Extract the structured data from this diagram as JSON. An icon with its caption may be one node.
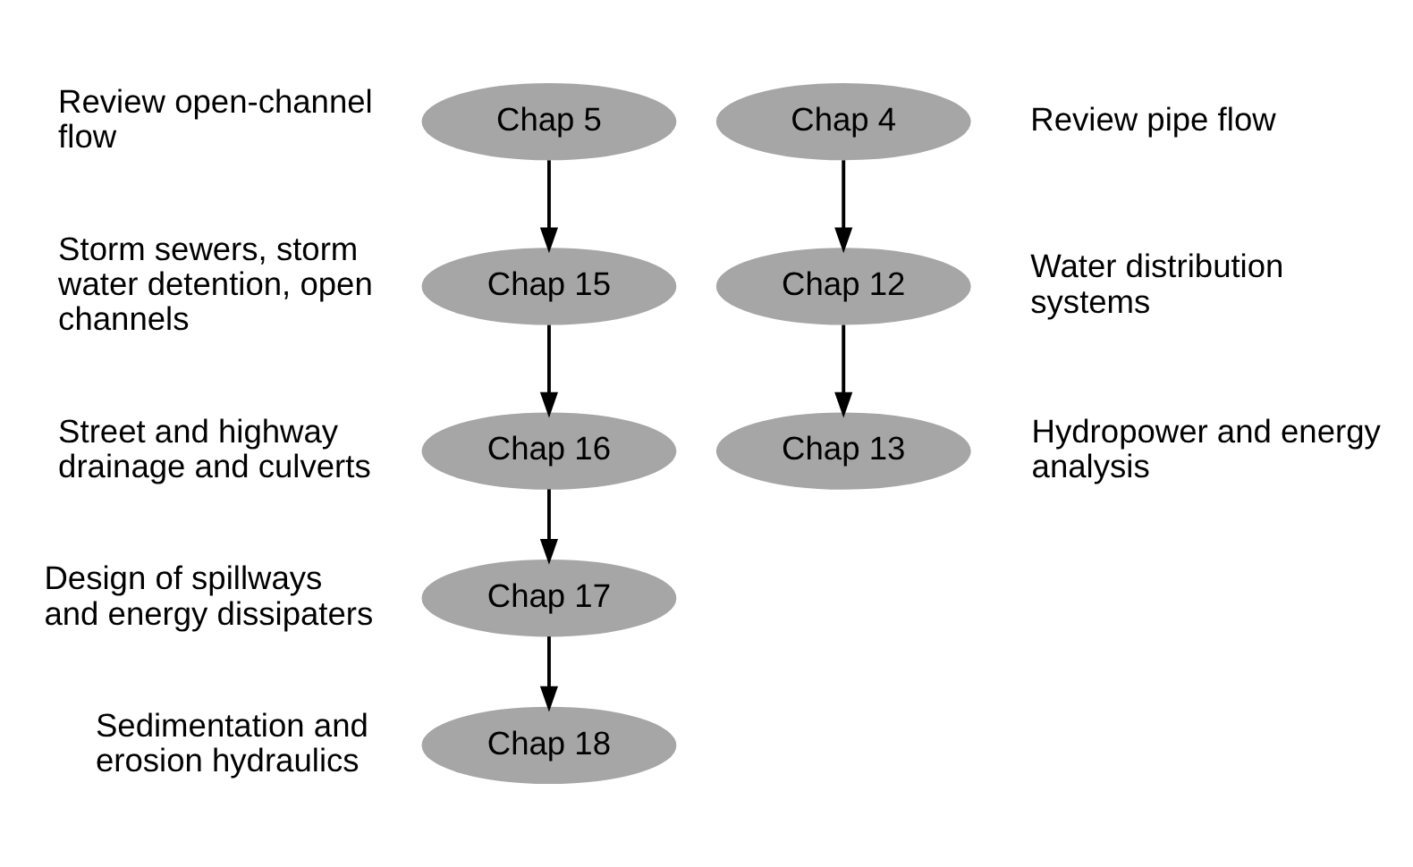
{
  "diagram": {
    "nodes": [
      {
        "text": [
          "Chap 5"
        ],
        "beside": [
          "Review open-channel flow"
        ]
      },
      {
        "text": [
          "Chap 15"
        ],
        "beside": [
          "Storm sewers, storm water detention, open channels"
        ]
      },
      {
        "text": [
          "Chap 16"
        ],
        "beside": [
          "Street and highway drainage and culverts"
        ]
      },
      {
        "text": [
          "Chap 17"
        ],
        "beside": [
          "Design of spillways and energy dissipaters"
        ]
      },
      {
        "text": [
          "Chap 18"
        ],
        "beside": [
          "Sedimentation and erosion hydraulics"
        ]
      },
      {
        "text": [
          "Chap 4"
        ],
        "beside": [
          "Review pipe flow"
        ]
      },
      {
        "text": [
          "Chap 12"
        ],
        "beside": [
          "Water distribution systems"
        ]
      },
      {
        "text": [
          "Chap 13"
        ],
        "beside": [
          "Hydropower and energy analysis"
        ]
      }
    ],
    "edges": [
      {
        "from": 0,
        "to": 1,
        "arrow": "to"
      },
      {
        "from": 1,
        "to": 2,
        "arrow": "to"
      },
      {
        "from": 2,
        "to": 3,
        "arrow": "to"
      },
      {
        "from": 3,
        "to": 4,
        "arrow": "to"
      },
      {
        "from": 5,
        "to": 6,
        "arrow": "to"
      },
      {
        "from": 6,
        "to": 7,
        "arrow": "to"
      }
    ]
  }
}
